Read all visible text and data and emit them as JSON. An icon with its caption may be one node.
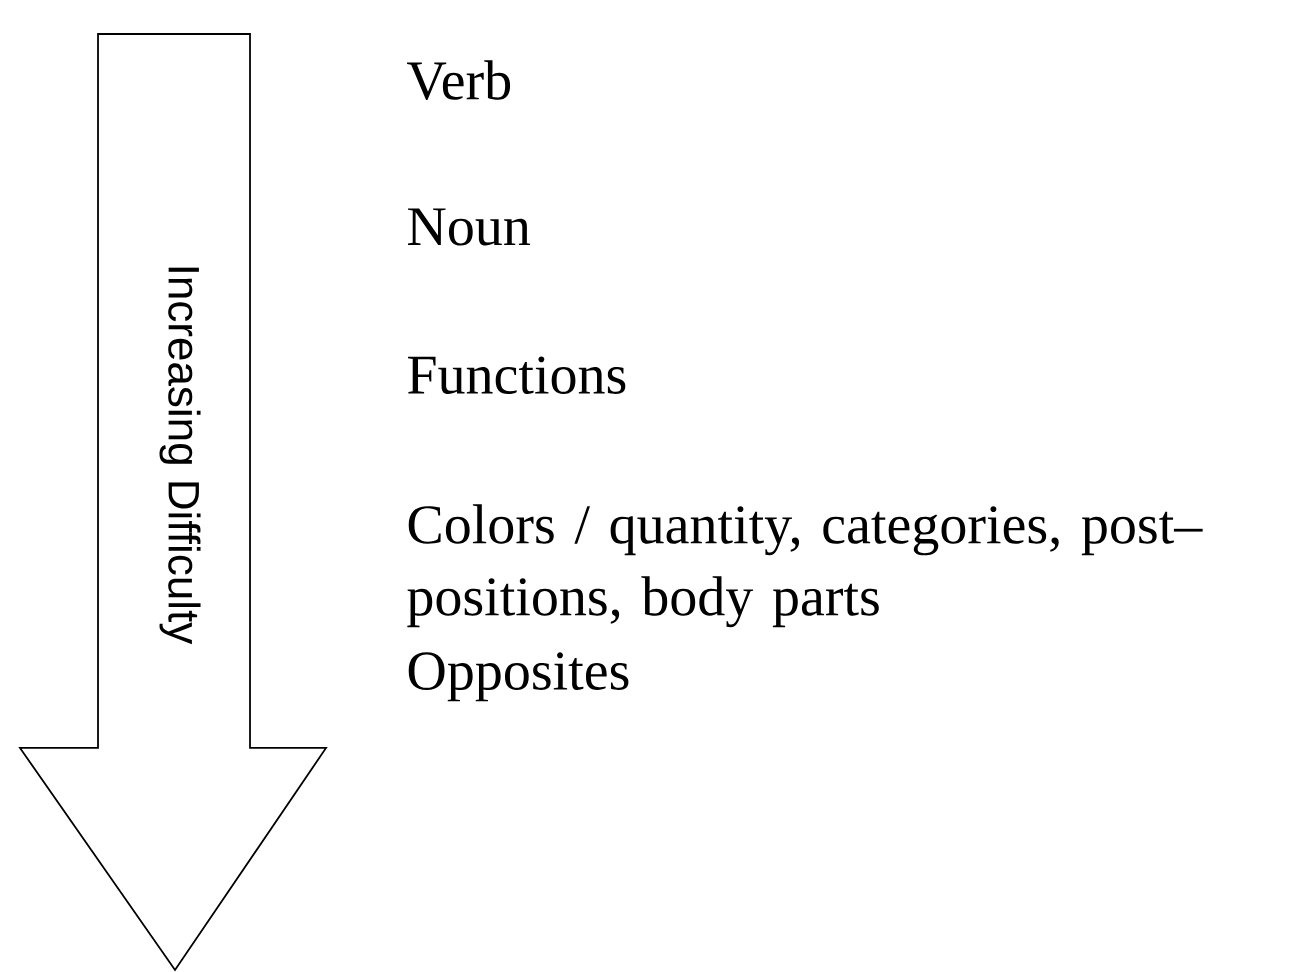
{
  "diagram": {
    "nodes": [
      {
        "text": [
          "Increasing Difficulty"
        ]
      }
    ],
    "labels": [
      "Verb",
      "Noun",
      "Functions",
      "Colors / quantity, categories, post–positions, body parts",
      "Opposites"
    ]
  }
}
